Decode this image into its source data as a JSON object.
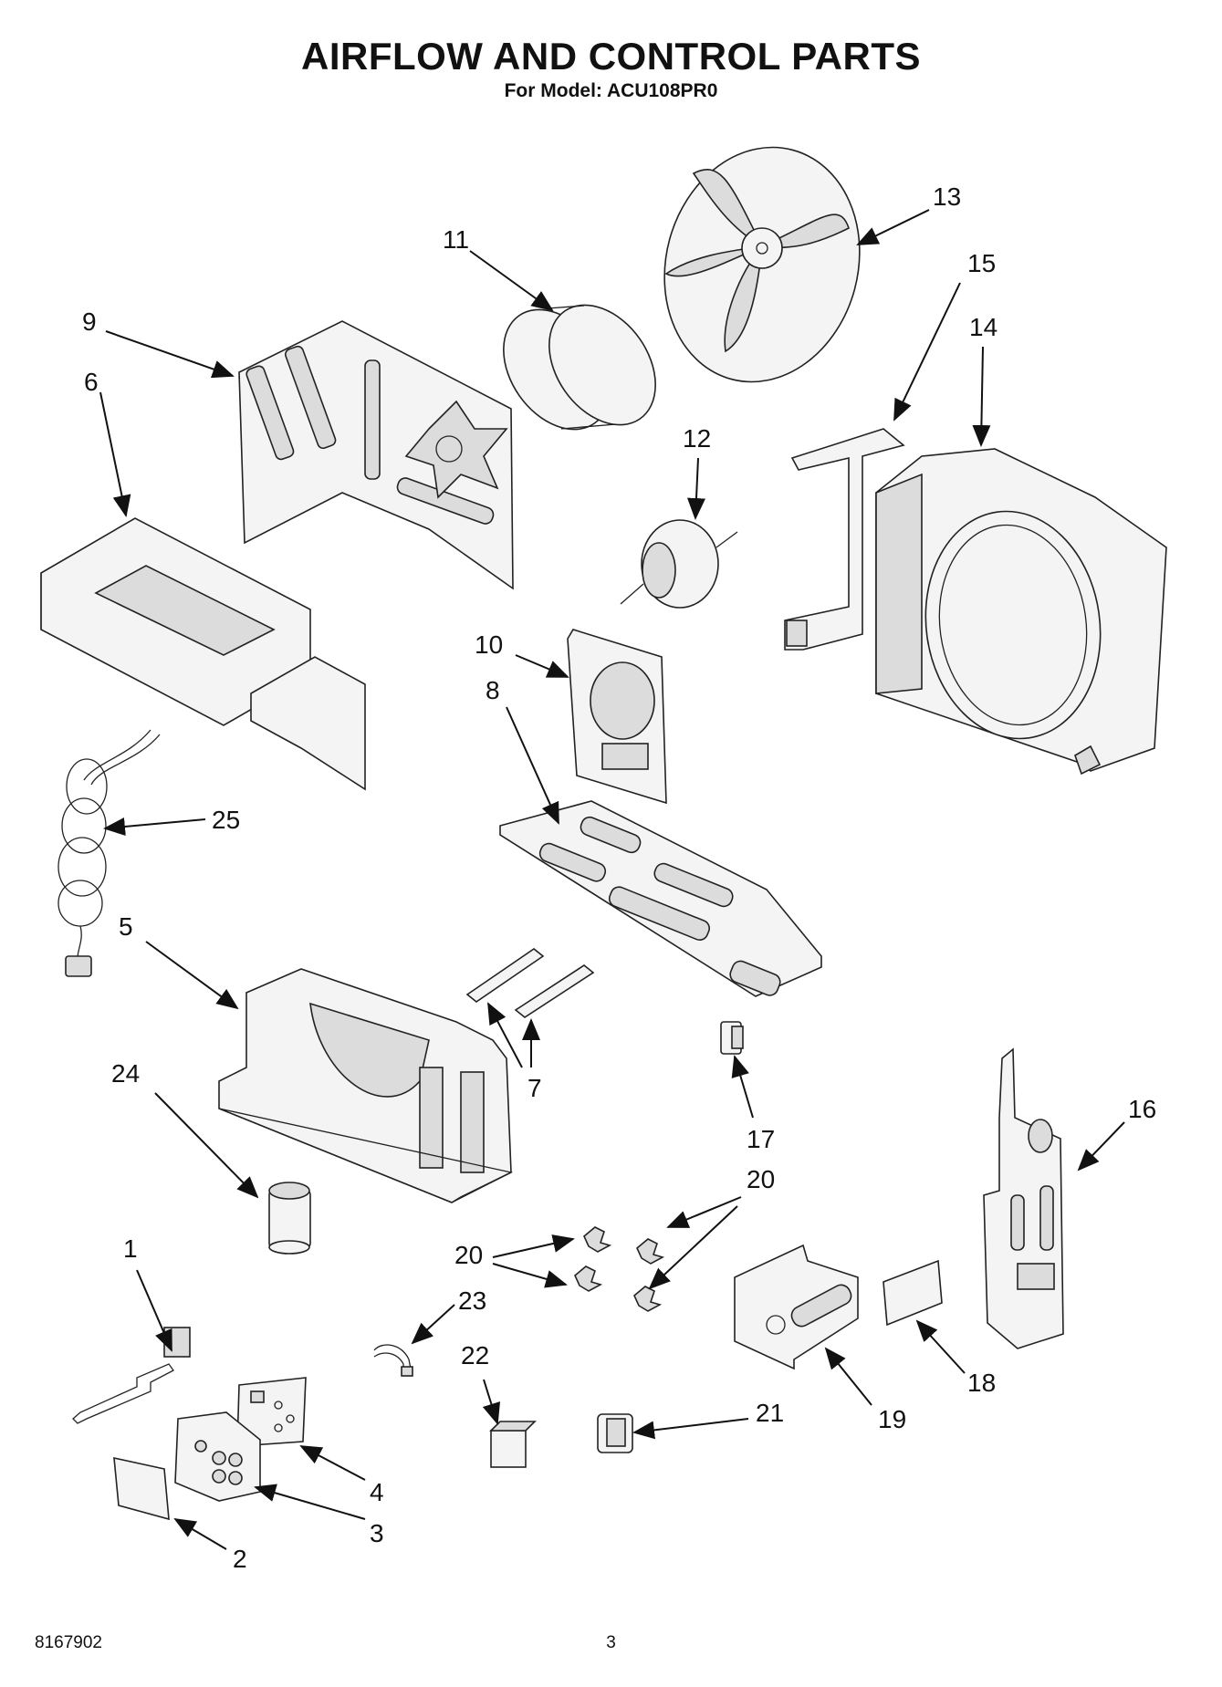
{
  "header": {
    "title": "AIRFLOW AND CONTROL PARTS",
    "subtitle": "For Model: ACU108PR0"
  },
  "callouts": {
    "c1": "1",
    "c2": "2",
    "c3": "3",
    "c4": "4",
    "c5": "5",
    "c6": "6",
    "c7": "7",
    "c8": "8",
    "c9": "9",
    "c10": "10",
    "c11": "11",
    "c12": "12",
    "c13": "13",
    "c14": "14",
    "c15": "15",
    "c16": "16",
    "c17": "17",
    "c18": "18",
    "c19": "19",
    "c20a": "20",
    "c20b": "20",
    "c21": "21",
    "c22": "22",
    "c23": "23",
    "c24": "24",
    "c25": "25"
  },
  "footer": {
    "doc_number": "8167902",
    "page_number": "3"
  }
}
